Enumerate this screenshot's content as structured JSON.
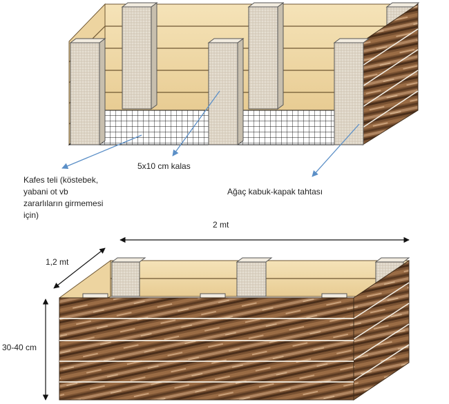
{
  "labels": {
    "mesh_line1": "Kafes teli (köstebek,",
    "mesh_line2": "yabani ot vb",
    "mesh_line3": "zararlıların girmemesi",
    "mesh_line4": "için)",
    "beam": "5x10 cm kalas",
    "bark_board": "Ağaç kabuk-kapak tahtası"
  },
  "dimensions": {
    "length": "2 mt",
    "width": "1,2 mt",
    "height": "30-40 cm"
  },
  "colors": {
    "plank": "#f0d9a8",
    "plank_line": "#6e5632",
    "post": "#e4ddd0",
    "bark": "#7a5232",
    "arrow_blue": "#5b8fc7",
    "mesh": "#111111"
  }
}
